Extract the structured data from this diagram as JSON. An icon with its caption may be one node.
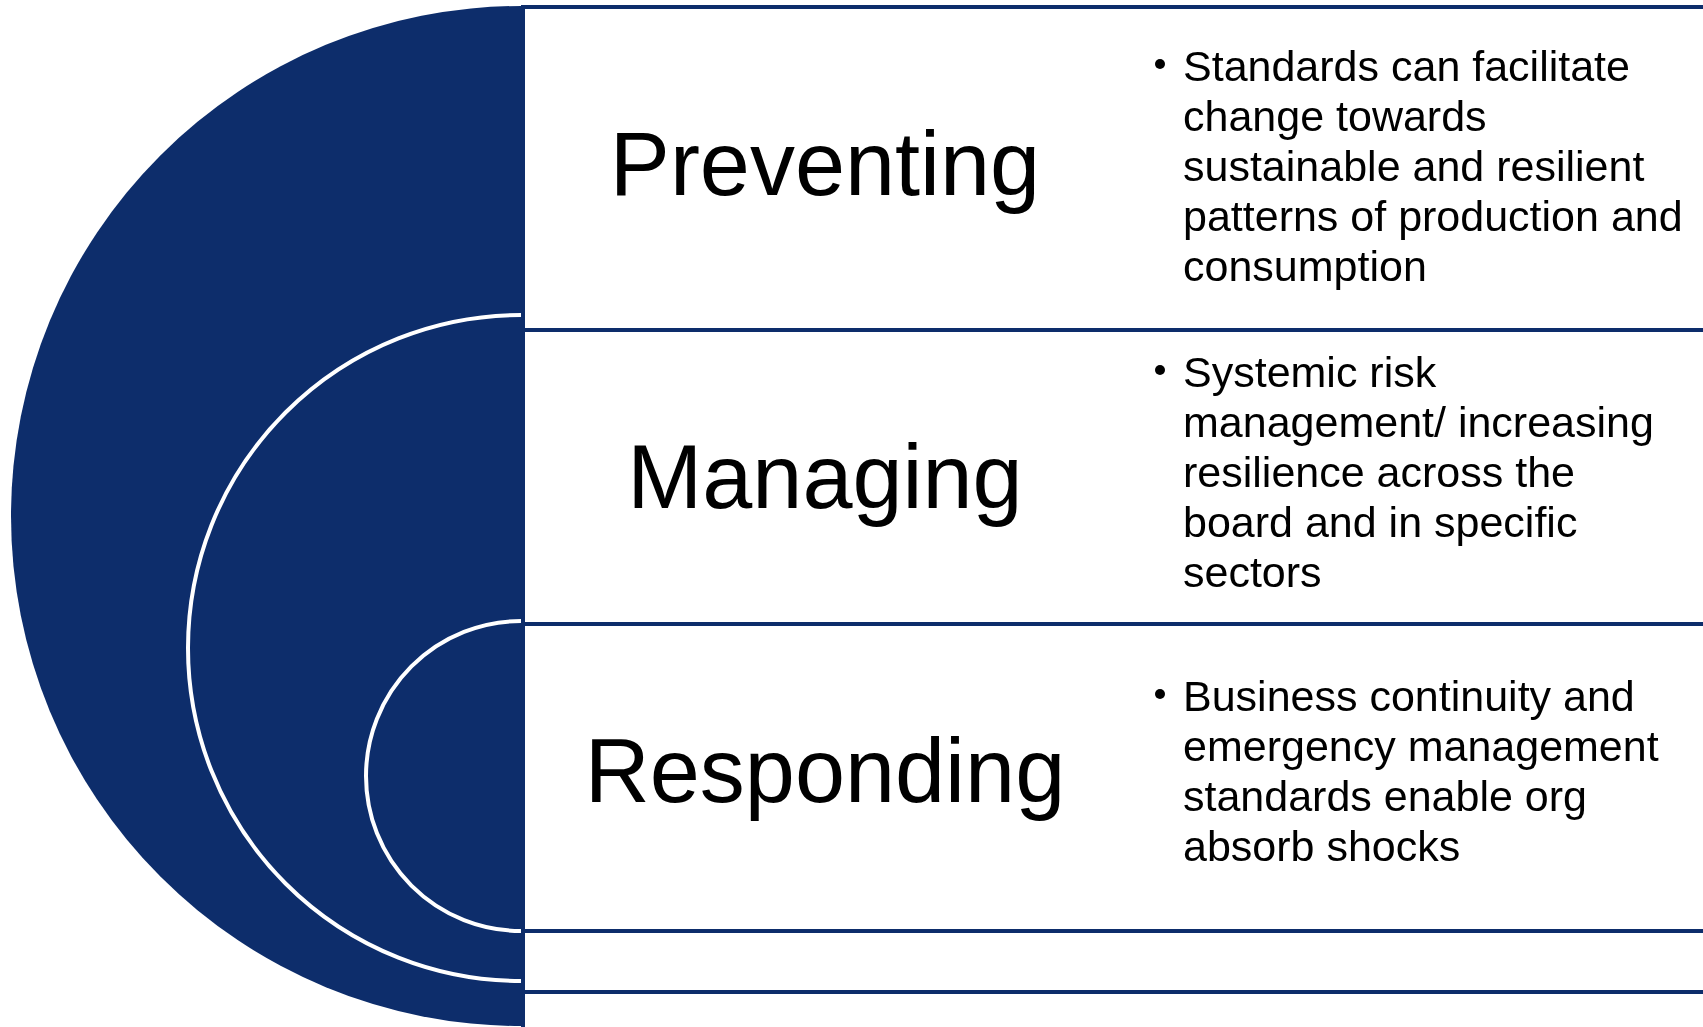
{
  "diagram": {
    "nodes": [
      {
        "text": [
          "Preventing",
          "Standards can facilitate change towards sustainable and resilient patterns of production and consumption"
        ]
      },
      {
        "text": [
          "Managing",
          "Systemic risk management/ increasing resilience across the board and in specific sectors"
        ]
      },
      {
        "text": [
          "Responding",
          "Business continuity and emergency management standards enable org absorb shocks"
        ]
      }
    ]
  }
}
